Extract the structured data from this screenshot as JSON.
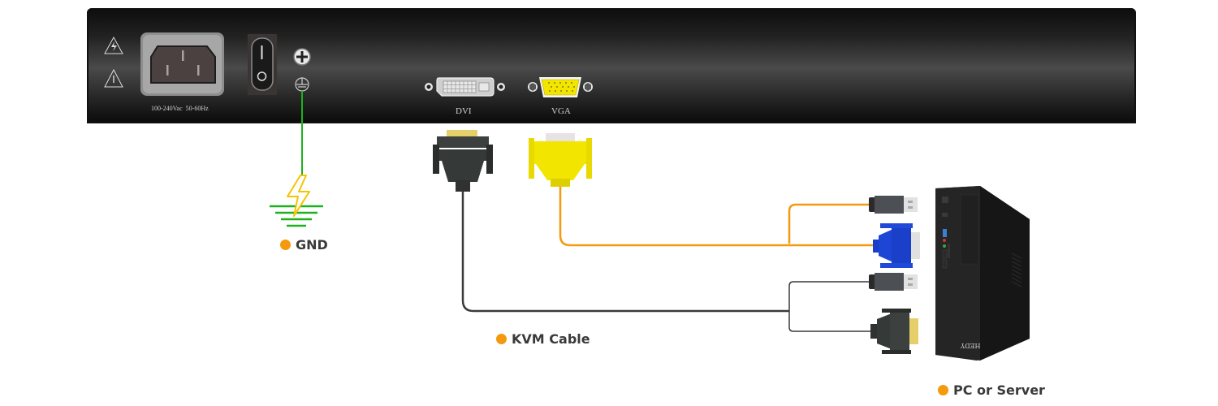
{
  "title": "KVM connection diagram",
  "panel": {
    "power_rating": "100-240Vac  50-60Hz",
    "ports": [
      {
        "id": "dvi",
        "label": "DVI"
      },
      {
        "id": "vga",
        "label": "VGA"
      }
    ],
    "icons": [
      "high-voltage-warning-icon",
      "caution-warning-icon",
      "power-inlet-icon",
      "power-switch-icon",
      "ground-screw-icon",
      "ground-symbol-icon"
    ]
  },
  "labels": {
    "gnd": "GND",
    "kvm_cable": "KVM Cable",
    "pc_or_server": "PC or Server"
  },
  "computer": {
    "brand": "HEDY"
  },
  "colors": {
    "ground_wire": "#1db21d",
    "vga_cable": "#f39a0e",
    "dvi_cable": "#3a3a3a",
    "label_dot": "#f39a0e",
    "vga_connector": "#f2e600",
    "vga_pc_connector": "#1a3fc9"
  }
}
